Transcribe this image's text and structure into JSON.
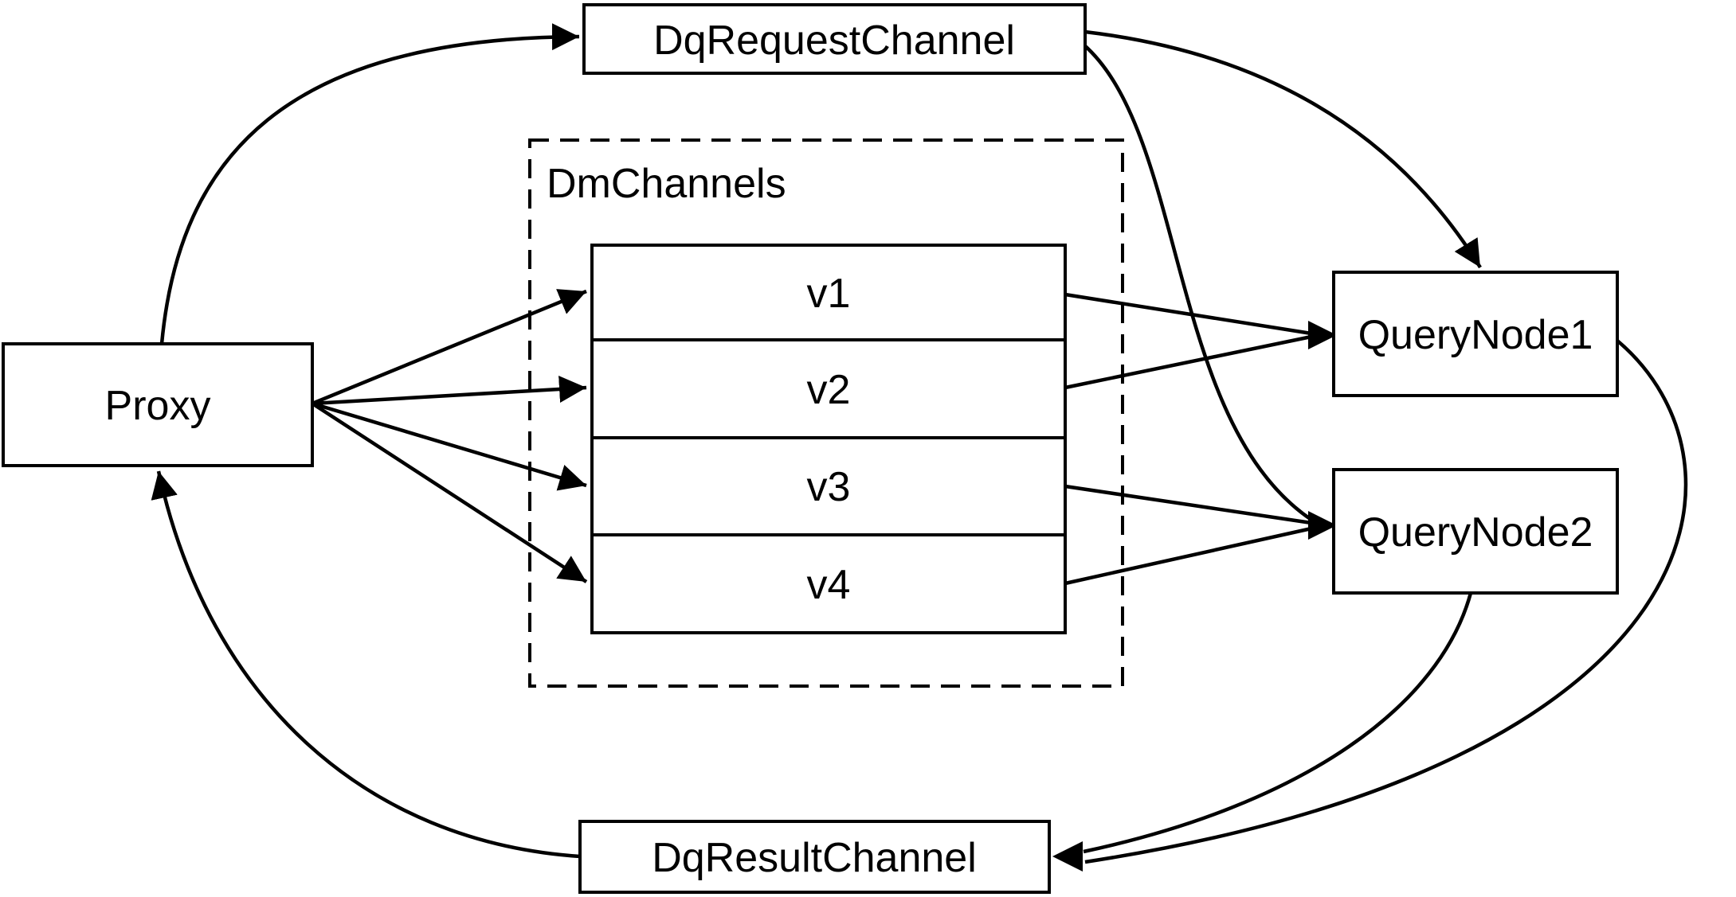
{
  "diagram": {
    "background_color": "#ffffff",
    "line_color": "#000000",
    "nodes": {
      "dq_request_channel": {
        "label": "DqRequestChannel"
      },
      "proxy": {
        "label": "Proxy"
      },
      "dm_channels": {
        "label": "DmChannels",
        "channels": [
          "v1",
          "v2",
          "v3",
          "v4"
        ]
      },
      "query_node_1": {
        "label": "QueryNode1"
      },
      "query_node_2": {
        "label": "QueryNode2"
      },
      "dq_result_channel": {
        "label": "DqResultChannel"
      }
    },
    "edges": [
      {
        "from": "Proxy",
        "to": "DqRequestChannel"
      },
      {
        "from": "Proxy",
        "to": "v1"
      },
      {
        "from": "Proxy",
        "to": "v2"
      },
      {
        "from": "Proxy",
        "to": "v3"
      },
      {
        "from": "Proxy",
        "to": "v4"
      },
      {
        "from": "DqRequestChannel",
        "to": "QueryNode1"
      },
      {
        "from": "DqRequestChannel",
        "to": "QueryNode2"
      },
      {
        "from": "v1",
        "to": "QueryNode1"
      },
      {
        "from": "v2",
        "to": "QueryNode1"
      },
      {
        "from": "v3",
        "to": "QueryNode2"
      },
      {
        "from": "v4",
        "to": "QueryNode2"
      },
      {
        "from": "QueryNode1",
        "to": "DqResultChannel"
      },
      {
        "from": "QueryNode2",
        "to": "DqResultChannel"
      },
      {
        "from": "DqResultChannel",
        "to": "Proxy"
      }
    ]
  }
}
